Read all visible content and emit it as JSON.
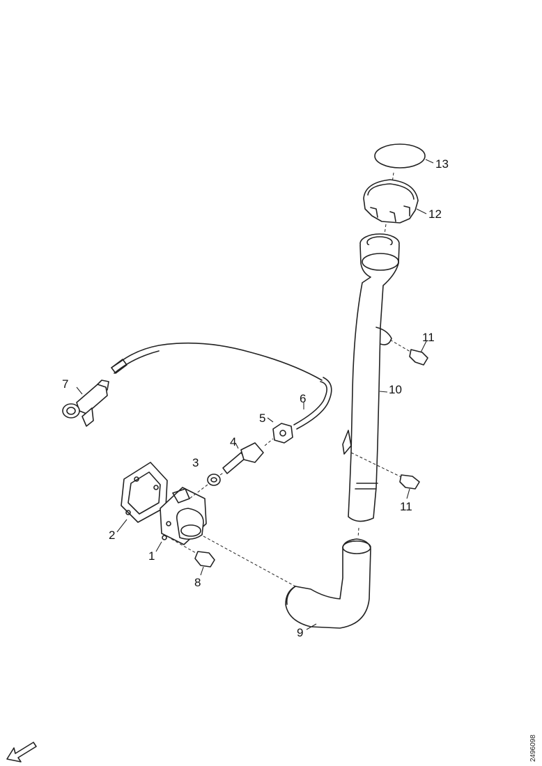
{
  "callouts": {
    "c1": "1",
    "c2": "2",
    "c3": "3",
    "c4": "4",
    "c5": "5",
    "c6": "6",
    "c7": "7",
    "c8": "8",
    "c9": "9",
    "c10": "10",
    "c11a": "11",
    "c11b": "11",
    "c12": "12",
    "c13": "13"
  },
  "reference_code": "2496098",
  "icons": {
    "direction": "direction-arrow-icon"
  }
}
